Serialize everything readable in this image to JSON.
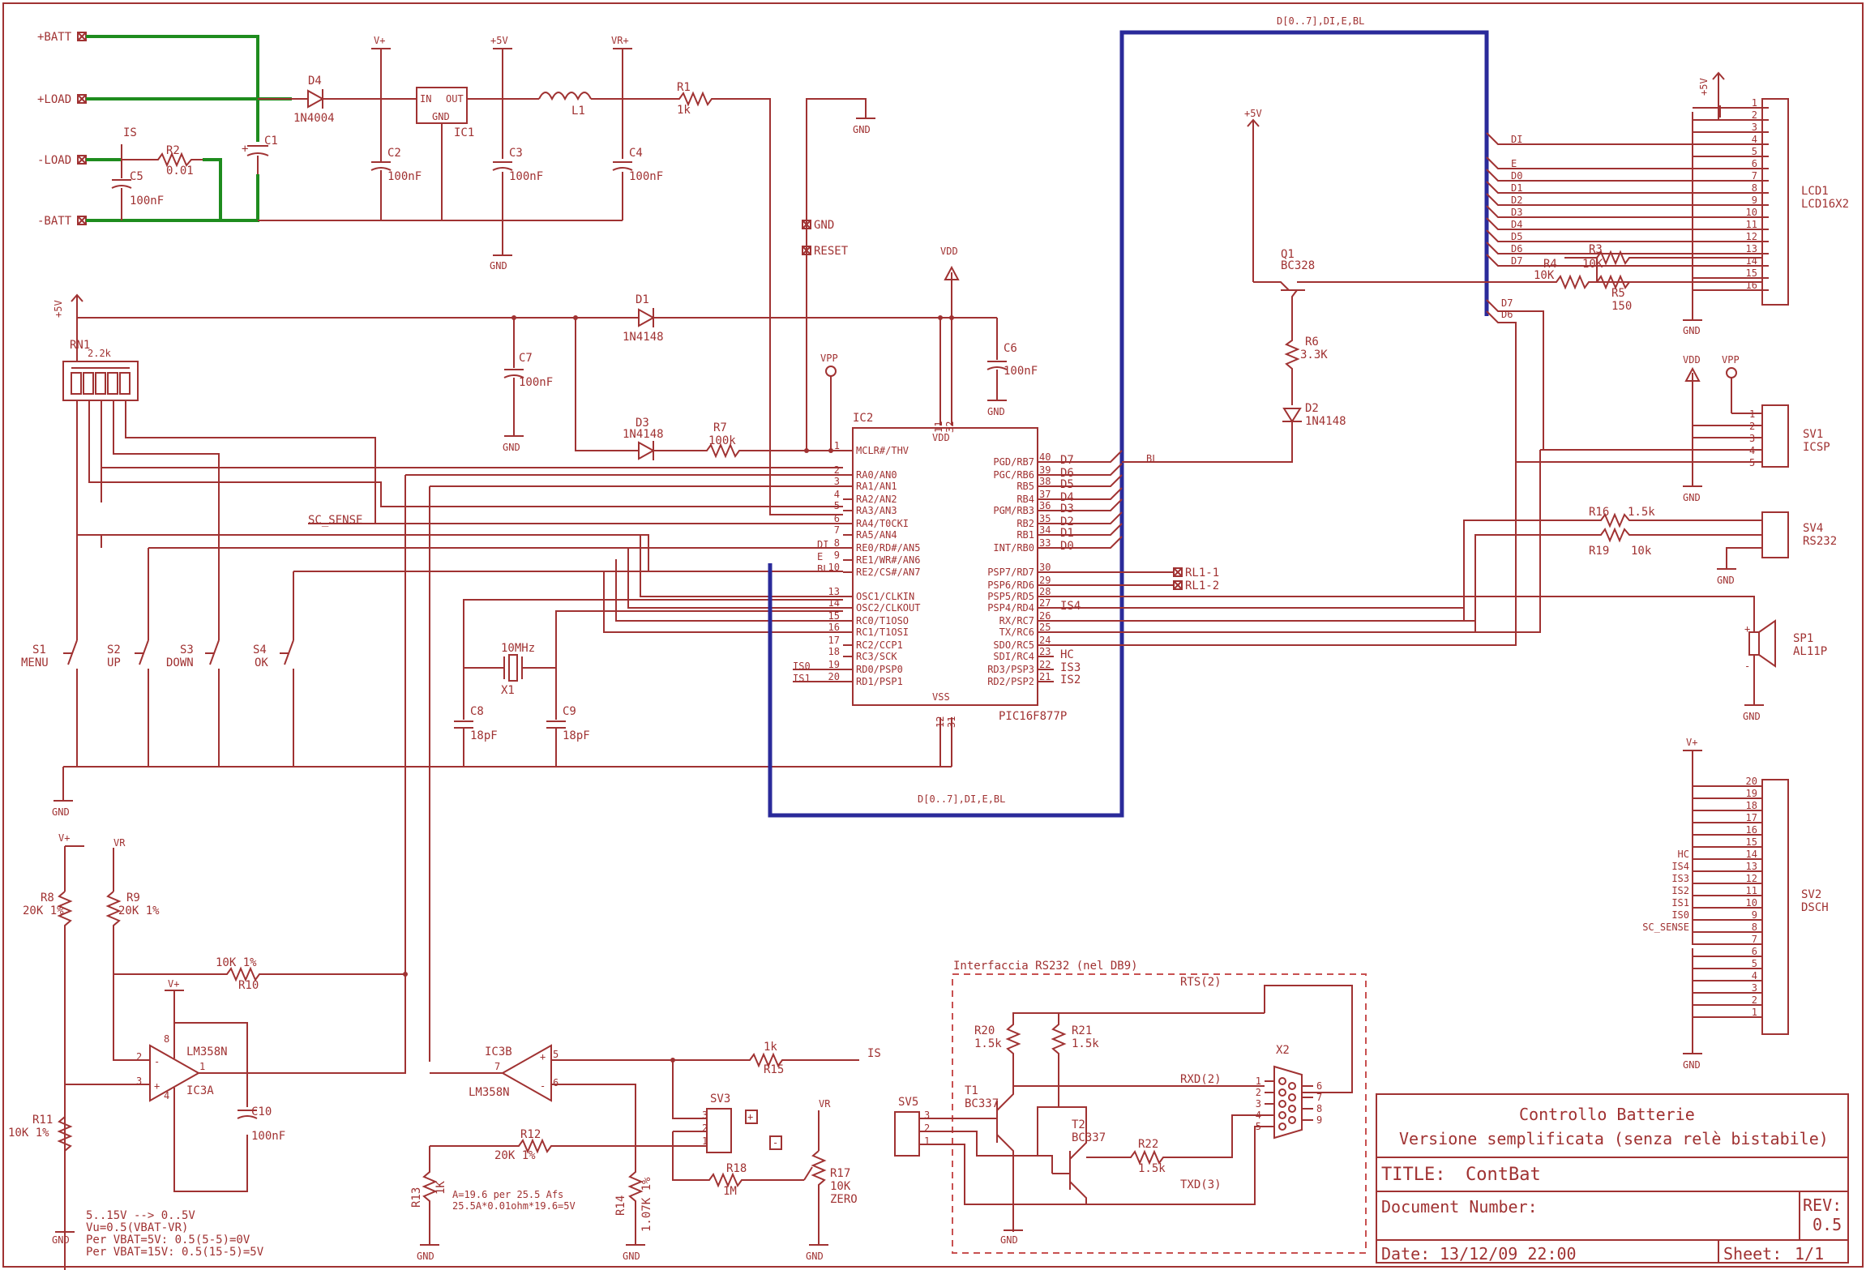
{
  "title_block": {
    "project_line1": "Controllo Batterie",
    "project_line2": "Versione semplificata (senza relè bistabile)",
    "title_label": "TITLE:",
    "title_value": "ContBat",
    "docnum_label": "Document Number:",
    "rev_label": "REV:",
    "rev_value": "0.5",
    "date_label": "Date:",
    "date_value": "13/12/09 22:00",
    "sheet_label": "Sheet:",
    "sheet_value": "1/1"
  },
  "bus_label": "D[0..7],DI,E,BL",
  "frame_label": "Interfaccia RS232 (nel DB9)",
  "power_nets": [
    "+BATT",
    "+LOAD",
    "-LOAD",
    "-BATT"
  ],
  "net_labels": {
    "gnd": "GND",
    "vplus": "V+",
    "p5v": "+5V",
    "vrplus": "VR+",
    "vr": "VR",
    "vdd": "VDD",
    "vpp": "VPP",
    "is": "IS",
    "sc_sense": "SC_SENSE",
    "reset": "RESET"
  },
  "components": {
    "d4": [
      "D4",
      "1N4004"
    ],
    "c1": [
      "C1",
      ""
    ],
    "c2": [
      "C2",
      "100nF"
    ],
    "ic1": [
      "IC1",
      "IN",
      "OUT",
      "GND"
    ],
    "c3": [
      "C3",
      "100nF"
    ],
    "l1": [
      "L1"
    ],
    "c4": [
      "C4",
      "100nF"
    ],
    "r1": [
      "R1",
      "1k"
    ],
    "r2": [
      "R2",
      "0.01"
    ],
    "c5": [
      "C5",
      "100nF"
    ],
    "d1": [
      "D1",
      "1N4148"
    ],
    "c7": [
      "C7",
      "100nF"
    ],
    "c6": [
      "C6",
      "100nF"
    ],
    "d3": [
      "D3",
      "1N4148"
    ],
    "r7": [
      "R7",
      "100k"
    ],
    "rn1": [
      "RN1",
      "2.2k"
    ],
    "ic2": [
      "IC2",
      "PIC16F877P",
      "VDD",
      "VSS"
    ],
    "x1": [
      "10MHz",
      "X1"
    ],
    "c8": [
      "C8",
      "18pF"
    ],
    "c9": [
      "C9",
      "18pF"
    ],
    "q1": [
      "Q1",
      "BC328"
    ],
    "r6": [
      "R6",
      "3.3K"
    ],
    "d2": [
      "D2",
      "1N4148"
    ],
    "r3": [
      "R3",
      "10K"
    ],
    "r4": [
      "R4",
      "10K"
    ],
    "r5": [
      "R5",
      "150"
    ],
    "lcd1": [
      "LCD1",
      "LCD16X2"
    ],
    "sv1": [
      "SV1",
      "ICSP"
    ],
    "sv4": [
      "SV4",
      "RS232"
    ],
    "r16": [
      "R16",
      "1.5k"
    ],
    "r19": [
      "R19",
      "10k"
    ],
    "sp1": [
      "SP1",
      "AL11P"
    ],
    "sv2": [
      "SV2",
      "DSCH"
    ],
    "r8": [
      "R8",
      "20K 1%"
    ],
    "r9": [
      "R9",
      "20K 1%"
    ],
    "r10": [
      "10K 1%",
      "R10"
    ],
    "ic3a": [
      "LM358N",
      "IC3A"
    ],
    "r11": [
      "R11",
      "10K 1%"
    ],
    "c10": [
      "C10",
      "100nF"
    ],
    "ic3b": [
      "IC3B",
      "LM358N"
    ],
    "r15": [
      "1k",
      "R15"
    ],
    "r12": [
      "R12",
      "20K 1%"
    ],
    "r13": [
      "R13",
      "1K"
    ],
    "r14": [
      "R14",
      "1.07K 1%"
    ],
    "r18": [
      "R18",
      "1M"
    ],
    "r17": [
      "R17",
      "10K",
      "ZERO"
    ],
    "sv3": [
      "SV3"
    ],
    "sv5": [
      "SV5"
    ],
    "t1": [
      "T1",
      "BC337"
    ],
    "t2": [
      "T2",
      "BC337"
    ],
    "r20": [
      "R20",
      "1.5k"
    ],
    "r21": [
      "R21",
      "1.5k"
    ],
    "r22": [
      "R22",
      "1.5k"
    ],
    "x2": [
      "X2"
    ]
  },
  "switches": [
    [
      "S1",
      "MENU"
    ],
    [
      "S2",
      "UP"
    ],
    [
      "S3",
      "DOWN"
    ],
    [
      "S4",
      "OK"
    ]
  ],
  "ic2_left_pins": [
    [
      "1",
      "MCLR#/THV"
    ],
    [
      "2",
      "RA0/AN0"
    ],
    [
      "3",
      "RA1/AN1"
    ],
    [
      "4",
      "RA2/AN2"
    ],
    [
      "5",
      "RA3/AN3"
    ],
    [
      "6",
      "RA4/T0CKI"
    ],
    [
      "7",
      "RA5/AN4"
    ],
    [
      "8",
      "RE0/RD#/AN5"
    ],
    [
      "9",
      "RE1/WR#/AN6"
    ],
    [
      "10",
      "RE2/CS#/AN7"
    ],
    [
      "13",
      "OSC1/CLKIN"
    ],
    [
      "14",
      "OSC2/CLKOUT"
    ],
    [
      "15",
      "RC0/T1OSO"
    ],
    [
      "16",
      "RC1/T1OSI"
    ],
    [
      "17",
      "RC2/CCP1"
    ],
    [
      "18",
      "RC3/SCK"
    ],
    [
      "19",
      "RD0/PSP0"
    ],
    [
      "20",
      "RD1/PSP1"
    ]
  ],
  "ic2_right_pins": [
    [
      "40",
      "PGD/RB7",
      "D7"
    ],
    [
      "39",
      "PGC/RB6",
      "D6"
    ],
    [
      "38",
      "RB5",
      "D5"
    ],
    [
      "37",
      "RB4",
      "D4"
    ],
    [
      "36",
      "PGM/RB3",
      "D3"
    ],
    [
      "35",
      "RB2",
      "D2"
    ],
    [
      "34",
      "RB1",
      "D1"
    ],
    [
      "33",
      "INT/RB0",
      "D0"
    ],
    [
      "30",
      "PSP7/RD7",
      ""
    ],
    [
      "29",
      "PSP6/RD6",
      ""
    ],
    [
      "28",
      "PSP5/RD5",
      ""
    ],
    [
      "27",
      "PSP4/RD4",
      "IS4"
    ],
    [
      "26",
      "RX/RC7",
      ""
    ],
    [
      "25",
      "TX/RC6",
      ""
    ],
    [
      "24",
      "SDO/RC5",
      ""
    ],
    [
      "23",
      "SDI/RC4",
      "HC"
    ],
    [
      "22",
      "RD3/PSP3",
      "IS3"
    ],
    [
      "21",
      "RD2/PSP2",
      "IS2"
    ]
  ],
  "ic2_left_nets": [
    "DI",
    "E",
    "BL",
    "IS0",
    "IS1"
  ],
  "ic2_power_pins": [
    "11",
    "32",
    "12",
    "31"
  ],
  "relays": [
    "RL1-1",
    "RL1-2"
  ],
  "lcd_nets": [
    "DI",
    "E",
    "D0",
    "D1",
    "D2",
    "D3",
    "D4",
    "D5",
    "D6",
    "D7"
  ],
  "lcd_bus_end": [
    "D7",
    "D6"
  ],
  "sv2_nets": [
    "HC",
    "IS4",
    "IS3",
    "IS2",
    "IS1",
    "IS0",
    "SC_SENSE"
  ],
  "x2_nets": [
    "RTS(2)",
    "RXD(2)",
    "TXD(3)"
  ],
  "notes": [
    "5..15V --> 0..5V",
    "Vu=0.5(VBAT-VR)",
    "Per VBAT=5V:  0.5(5-5)=0V",
    "Per VBAT=15V: 0.5(15-5)=5V"
  ],
  "current_note": [
    "A=19.6 per 25.5 Afs",
    "25.5A*0.01ohm*19.6=5V"
  ]
}
